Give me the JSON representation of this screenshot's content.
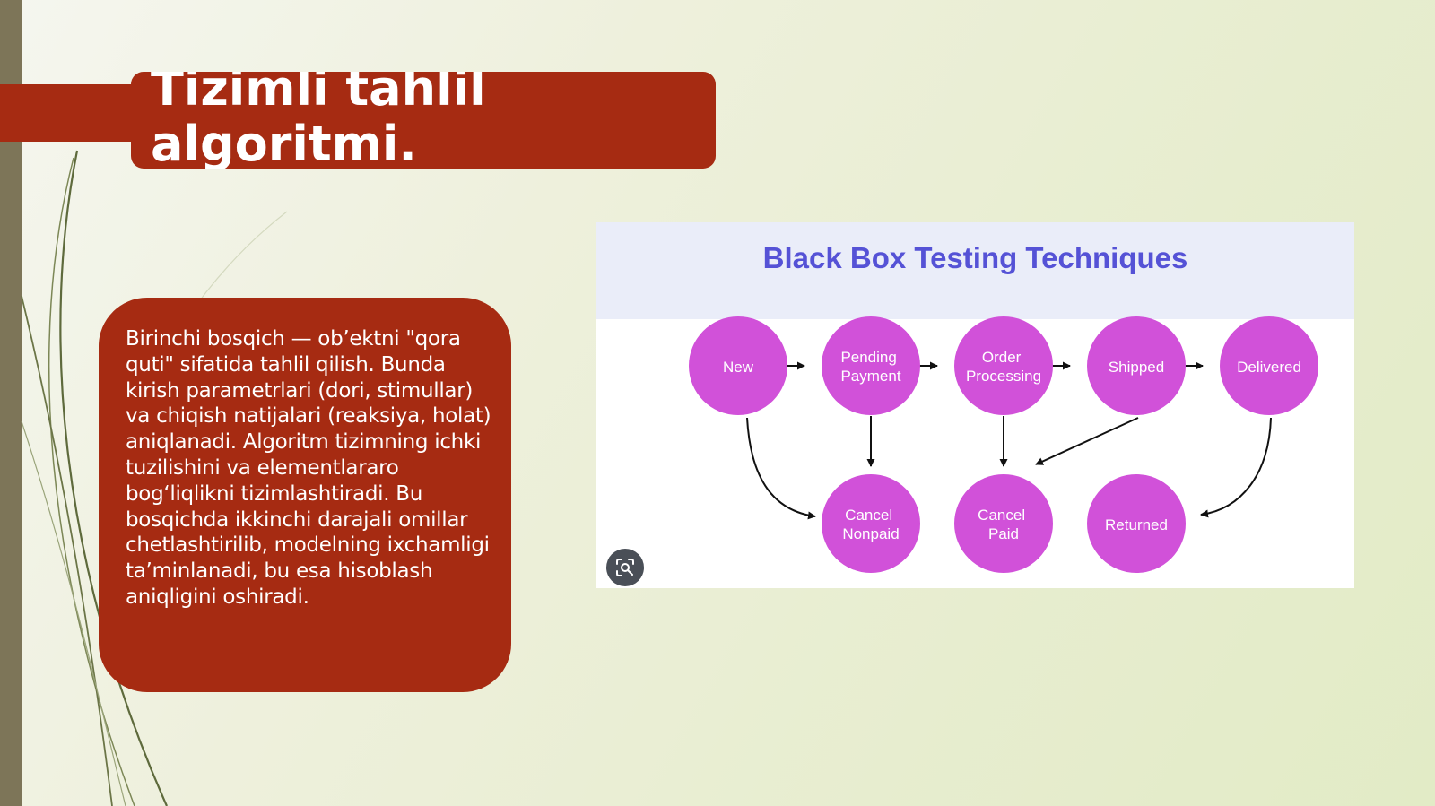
{
  "slide": {
    "title": "Tizimli tahlil algoritmi.",
    "body": "Birinchi bosqich — ob’ektni \"qora quti\" sifatida tahlil qilish. Bunda kirish parametrlari (dori, stimullar) va chiqish natijalari (reaksiya, holat) aniqlanadi. Algoritm tizimning ichki tuzilishini va elementlararo bog‘liqlikni tizimlashtiradi. Bu bosqichda ikkinchi darajali omillar chetlashtirilib, modelning ixchamligi ta’minlanadi, bu esa hisoblash aniqligini oshiradi."
  },
  "figure": {
    "title": "Black Box Testing Techniques",
    "nodes": {
      "new": [
        "New"
      ],
      "pending_payment": [
        "Pending",
        "Payment"
      ],
      "order_processing": [
        "Order",
        "Processing"
      ],
      "shipped": [
        "Shipped"
      ],
      "delivered": [
        "Delivered"
      ],
      "cancel_nonpaid": [
        "Cancel",
        "Nonpaid"
      ],
      "cancel_paid": [
        "Cancel",
        "Paid"
      ],
      "returned": [
        "Returned"
      ]
    },
    "node_color": "#d151d9",
    "title_color": "#5552d6"
  },
  "colors": {
    "accent": "#a62b12",
    "left_bar": "#7d7558"
  },
  "icons": {
    "lens": "lens-search-icon"
  }
}
